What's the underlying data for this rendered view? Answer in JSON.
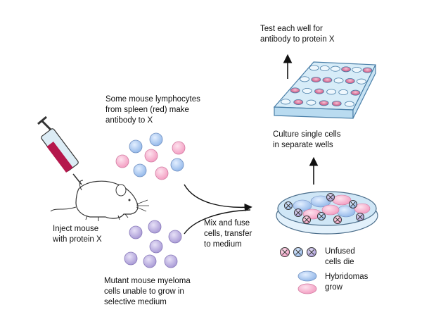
{
  "labels": {
    "inject": "Inject mouse\nwith protein X",
    "lymphocytes": "Some mouse lymphocytes\nfrom spleen (red) make\nantibody to X",
    "myeloma": "Mutant mouse myeloma\ncells unable to grow in\nselective medium",
    "mix": "Mix and fuse\ncells, transfer\nto medium",
    "culture": "Culture single cells\nin separate wells",
    "test": "Test each well for\nantibody to protein X"
  },
  "legend": {
    "unfused": "Unfused\ncells die",
    "hybridomas": "Hybridomas\ngrow"
  },
  "colors": {
    "lymphocyte_red": "#f6a9c4",
    "lymphocyte_blue": "#a9c6ee",
    "myeloma_purple": "#b8acdb",
    "plate_blue": "#cfe6f6",
    "syringe_fill": "#b5174c",
    "arrow": "#111111"
  },
  "icons": [
    "syringe-icon",
    "mouse-icon",
    "petri-dish-icon",
    "well-plate-icon"
  ]
}
